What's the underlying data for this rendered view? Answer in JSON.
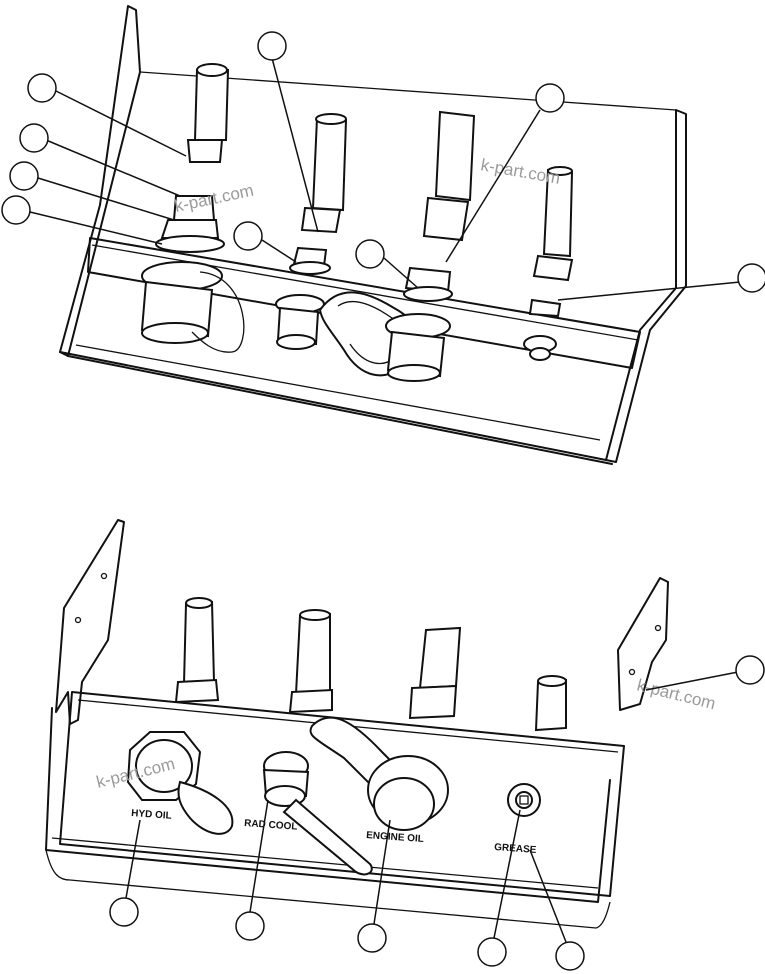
{
  "watermark": "k-part.com",
  "labels": {
    "hyd_oil": "HYD OIL",
    "rad_cool": "RAD COOL",
    "engine_oil": "ENGINE OIL",
    "grease": "GREASE"
  },
  "colors": {
    "line": "#111111",
    "background": "#ffffff",
    "watermark": "#9a9a9a"
  }
}
